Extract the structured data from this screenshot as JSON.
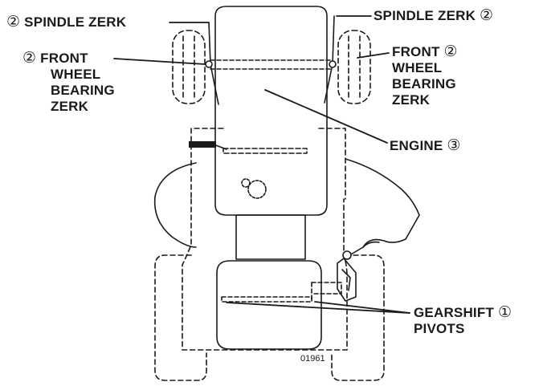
{
  "labels": {
    "spindle_left": "SPINDLE ZERK",
    "spindle_left_num": "②",
    "spindle_right": "SPINDLE ZERK",
    "spindle_right_num": "②",
    "front_wheel_num": "②",
    "front_wheel_line1": "FRONT",
    "front_wheel_line2": "WHEEL",
    "front_wheel_line3": "BEARING",
    "front_wheel_line4": "ZERK",
    "front_wheel_right_num": "②",
    "front_wheel_right_line1": "FRONT",
    "front_wheel_right_line2": "WHEEL",
    "front_wheel_right_line3": "BEARING",
    "front_wheel_right_line4": "ZERK",
    "engine": "ENGINE",
    "engine_num": "③",
    "gearshift": "GEARSHIFT",
    "gearshift_num": "①",
    "pivots": "PIVOTS"
  },
  "figure_number": "01961"
}
